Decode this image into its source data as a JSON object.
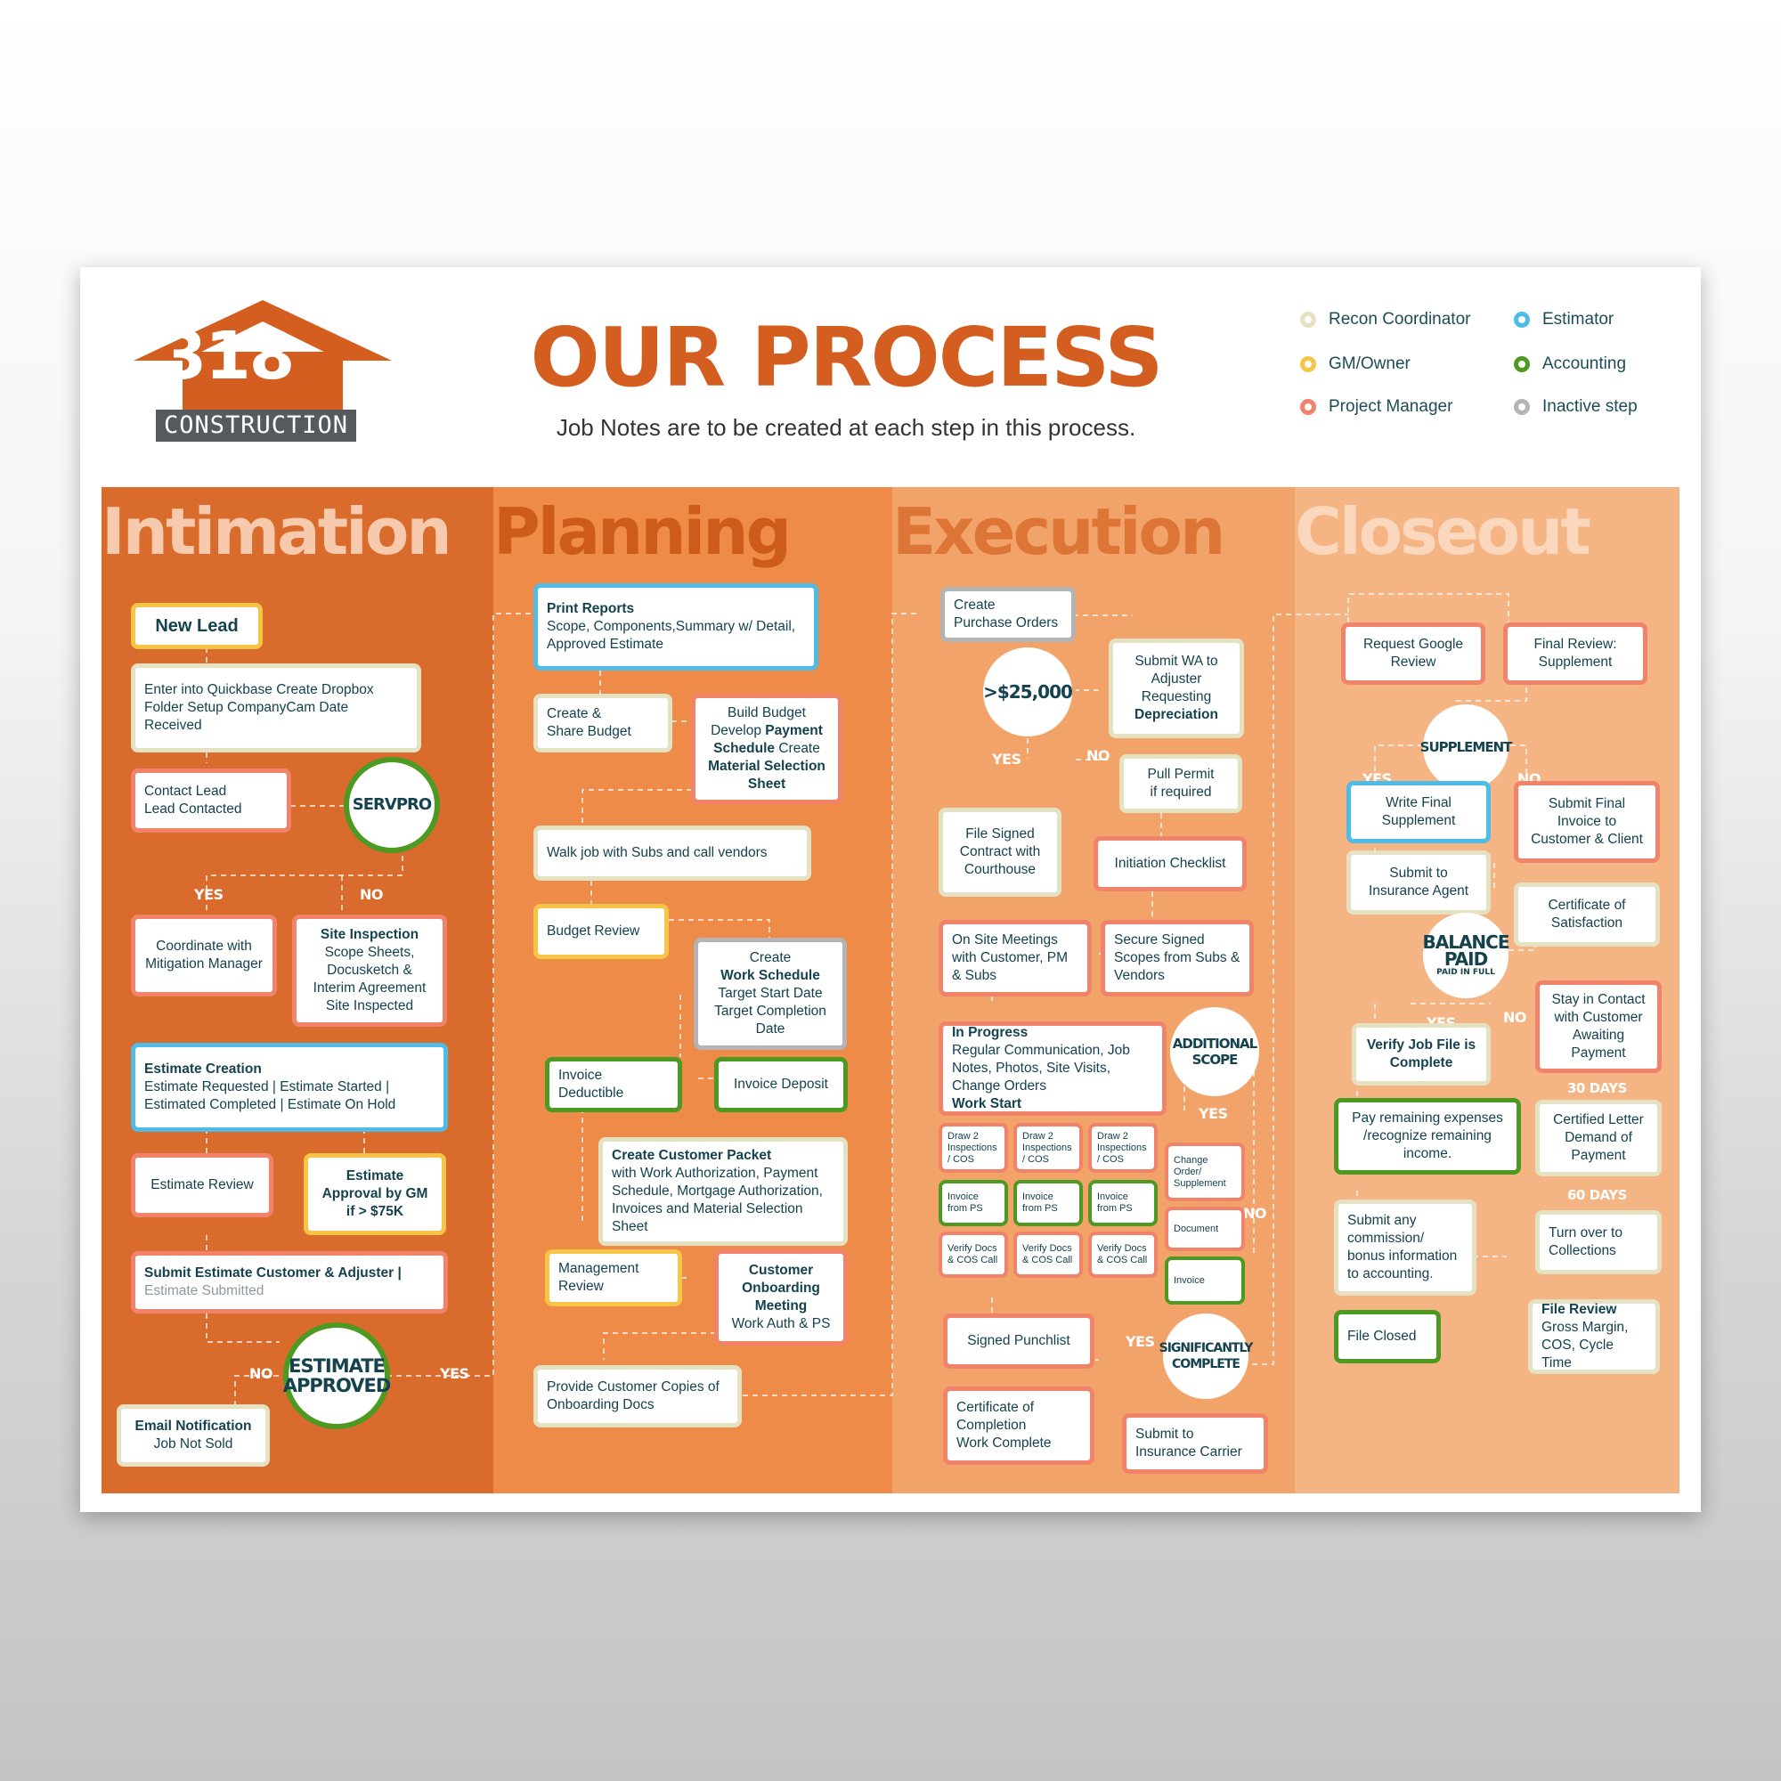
{
  "header": {
    "logo_number": "318",
    "logo_word": "CONSTRUCTION",
    "title": "OUR PROCESS",
    "subtitle": "Job Notes are to be created at each step in this process."
  },
  "legend": [
    {
      "label": "Recon Coordinator",
      "color": "#e5e2c3"
    },
    {
      "label": "Estimator",
      "color": "#4fbbe7"
    },
    {
      "label": "GM/Owner",
      "color": "#f6c447"
    },
    {
      "label": "Accounting",
      "color": "#4c9a21"
    },
    {
      "label": "Project Manager",
      "color": "#f0836a"
    },
    {
      "label": "Inactive step",
      "color": "#b4b4b4"
    }
  ],
  "columns": {
    "intimation": {
      "title": "Intimation",
      "bg": "#d96b2c",
      "title_color": "#f7c9ad"
    },
    "planning": {
      "title": "Planning",
      "bg": "#ef8b48",
      "title_color": "#cc5b1c"
    },
    "execution": {
      "title": "Execution",
      "bg": "#f2a36a",
      "title_color": "#dd7536"
    },
    "closeout": {
      "title": "Closeout",
      "bg": "#f4b483",
      "title_color": "#fbd8bd"
    }
  },
  "intimation": {
    "new_lead": "New Lead",
    "enter_quickbase": "Enter into Quickbase Create Dropbox Folder Setup CompanyCam Date Received",
    "contact_lead": [
      "Contact Lead",
      "Lead Contacted"
    ],
    "servpro": "SERVPRO",
    "yes1": "YES",
    "no1": "NO",
    "coordinate": "Coordinate with Mitigation Manager",
    "site_inspection": {
      "title": "Site Inspection",
      "lines": [
        "Scope Sheets,",
        "Docusketch &",
        "Interim Agreement",
        "Site Inspected"
      ]
    },
    "estimate_creation": {
      "title": "Estimate Creation",
      "body": "Estimate Requested | Estimate Started | Estimated Completed | Estimate On Hold"
    },
    "estimate_review": "Estimate Review",
    "estimate_approval": "Estimate Approval by GM if > $75K",
    "submit_estimate": {
      "title": "Submit Estimate Customer & Adjuster |",
      "sub": "Estimate Submitted"
    },
    "estimate_approved": [
      "ESTIMATE",
      "APPROVED"
    ],
    "no2": "NO",
    "yes2": "YES",
    "email_notification": {
      "title": "Email Notification",
      "sub": "Job Not Sold"
    }
  },
  "planning": {
    "print_reports": {
      "title": "Print Reports",
      "body": "Scope, Components,Summary w/ Detail, Approved Estimate"
    },
    "create_share_budget": [
      "Create &",
      "Share Budget"
    ],
    "build_budget": {
      "l1": "Build Budget",
      "l2a": "Develop ",
      "l2b": "Payment",
      "l3a": "Schedule",
      "l3b": " Create",
      "l4": "Material Selection",
      "l5": "Sheet"
    },
    "walk_job": "Walk job with Subs and call vendors",
    "budget_review": "Budget Review",
    "work_schedule": {
      "l1": "Create",
      "l2": "Work Schedule",
      "l3": "Target Start Date",
      "l4": "Target Completion",
      "l5": "Date"
    },
    "invoice_deductible": [
      "Invoice",
      "Deductible"
    ],
    "invoice_deposit": "Invoice Deposit",
    "customer_packet": {
      "title": "Create Customer Packet",
      "body": "with Work Authorization, Payment Schedule, Mortgage Authorization, Invoices and Material Selection Sheet"
    },
    "management_review": [
      "Management",
      "Review"
    ],
    "onboarding_meeting": {
      "title": "Customer Onboarding Meeting",
      "sub": "Work Auth & PS"
    },
    "provide_copies": "Provide Customer Copies of Onboarding Docs"
  },
  "execution": {
    "purchase_orders": [
      "Create",
      "Purchase Orders"
    ],
    "submit_wa": {
      "body": "Submit WA to Adjuster Requesting",
      "bold": "Depreciation"
    },
    "over_25000": ">$25,000",
    "yes1": "YES",
    "no1": "NO",
    "pull_permit": [
      "Pull Permit",
      "if required"
    ],
    "file_signed": "File Signed Contract with Courthouse",
    "initiation_checklist": "Initiation Checklist",
    "on_site_meetings": "On Site Meetings with Customer, PM & Subs",
    "secure_scopes": "Secure Signed Scopes from Subs & Vendors",
    "in_progress": {
      "title": "In Progress",
      "body": "Regular Communication, Job Notes, Photos, Site Visits, Change Orders",
      "bold": "Work Start"
    },
    "additional_scope": [
      "ADDITIONAL",
      "SCOPE"
    ],
    "yes2": "YES",
    "no2": "NO",
    "draw_inspections": [
      "Draw 2 Inspections / COS",
      "Draw 2 Inspections / COS",
      "Draw 2 Inspections / COS"
    ],
    "invoice_ps": [
      "Invoice from PS",
      "Invoice from PS",
      "Invoice from PS"
    ],
    "verify_docs": [
      "Verify Docs & COS Call",
      "Verify Docs & COS Call",
      "Verify Docs & COS Call"
    ],
    "change_order": "Change Order/ Supplement",
    "document": "Document",
    "invoice": "Invoice",
    "signed_punchlist": "Signed Punchlist",
    "yes3": "YES",
    "significantly_complete": [
      "SIGNIFICANTLY",
      "COMPLETE"
    ],
    "certificate_completion": [
      "Certificate of",
      "Completion",
      "Work Complete"
    ],
    "submit_carrier": "Submit to Insurance Carrier"
  },
  "closeout": {
    "request_review": "Request Google Review",
    "final_review": "Final Review: Supplement",
    "supplement": "SUPPLEMENT",
    "yes1": "YES",
    "no1": "NO",
    "write_supplement": "Write Final Supplement",
    "submit_final_invoice": "Submit Final Invoice to Customer & Client",
    "submit_agent": "Submit to Insurance Agent",
    "certificate_satisfaction": "Certificate of Satisfaction",
    "balance_paid": [
      "BALANCE",
      "PAID",
      "PAID IN FULL"
    ],
    "yes2": "YES",
    "no2": "NO",
    "verify_job_file": "Verify Job File is Complete",
    "stay_in_contact": "Stay in Contact with Customer Awaiting Payment",
    "days30": "30 DAYS",
    "pay_remaining": "Pay remaining expenses /recognize remaining income.",
    "certified_letter": "Certified Letter Demand of Payment",
    "days60": "60 DAYS",
    "submit_commission": "Submit any commission/ bonus information to accounting.",
    "turn_over": "Turn over to Collections",
    "file_closed": "File Closed",
    "file_review": {
      "title": "File Review",
      "body": "Gross Margin, COS, Cycle Time"
    }
  }
}
